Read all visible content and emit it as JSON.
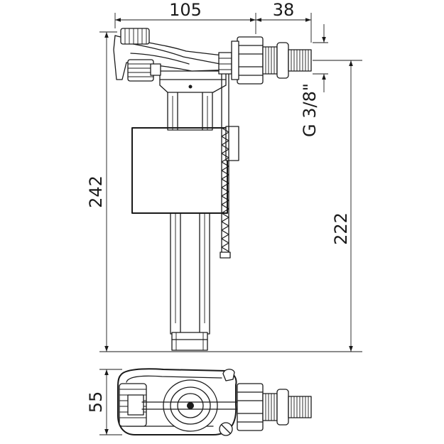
{
  "dimensions": {
    "width_body": "105",
    "width_inlet": "38",
    "height_total": "242",
    "height_inlet": "222",
    "thread": "G 3/8\"",
    "top_view_depth": "55"
  },
  "colors": {
    "line": "#1a1a1a",
    "background": "#ffffff"
  }
}
